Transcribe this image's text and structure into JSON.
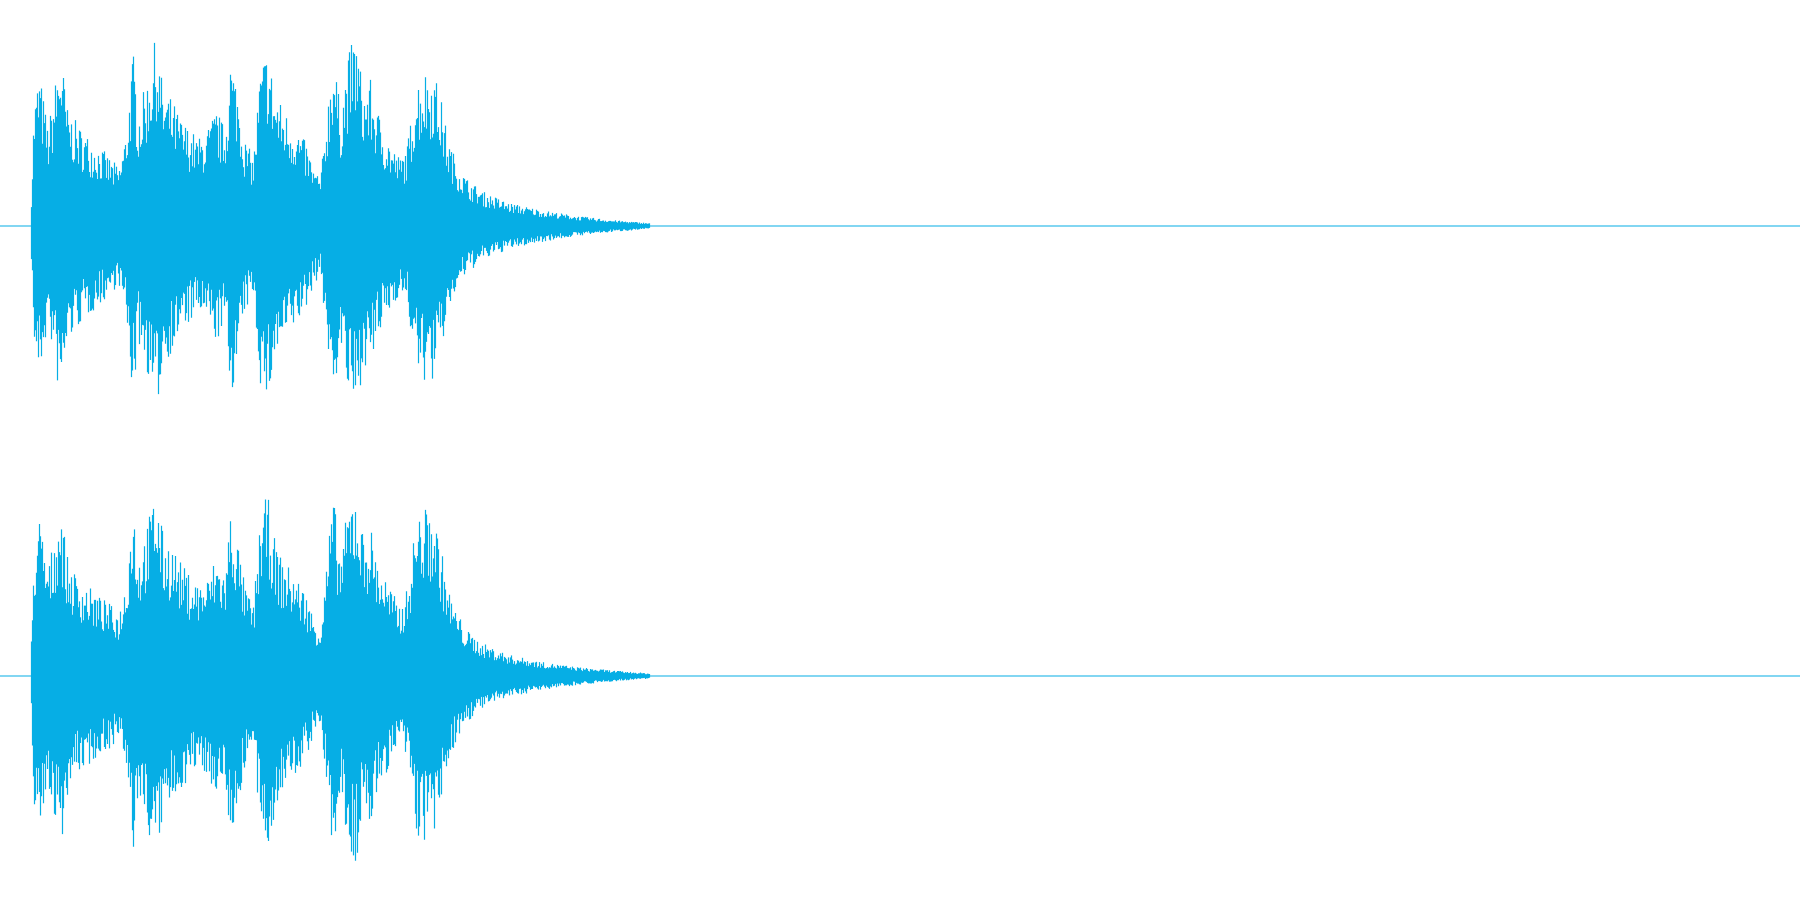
{
  "waveform": {
    "color": "#06aee5",
    "background": "#ffffff",
    "channels": [
      {
        "name": "",
        "envelope": [
          [
            0.0,
            0.0
          ],
          [
            0.002,
            0.62
          ],
          [
            0.005,
            0.8
          ],
          [
            0.01,
            0.5
          ],
          [
            0.017,
            0.92
          ],
          [
            0.021,
            0.6
          ],
          [
            0.027,
            0.52
          ],
          [
            0.034,
            0.45
          ],
          [
            0.04,
            0.4
          ],
          [
            0.045,
            0.35
          ],
          [
            0.05,
            0.3
          ],
          [
            0.054,
            0.48
          ],
          [
            0.058,
            0.9
          ],
          [
            0.061,
            0.6
          ],
          [
            0.066,
            0.75
          ],
          [
            0.071,
            0.98
          ],
          [
            0.075,
            0.7
          ],
          [
            0.08,
            0.65
          ],
          [
            0.085,
            0.55
          ],
          [
            0.09,
            0.5
          ],
          [
            0.095,
            0.45
          ],
          [
            0.1,
            0.5
          ],
          [
            0.105,
            0.6
          ],
          [
            0.11,
            0.5
          ],
          [
            0.113,
            0.88
          ],
          [
            0.117,
            0.72
          ],
          [
            0.121,
            0.45
          ],
          [
            0.126,
            0.35
          ],
          [
            0.13,
            0.82
          ],
          [
            0.134,
            0.92
          ],
          [
            0.138,
            0.7
          ],
          [
            0.142,
            0.62
          ],
          [
            0.147,
            0.55
          ],
          [
            0.151,
            0.5
          ],
          [
            0.156,
            0.42
          ],
          [
            0.16,
            0.3
          ],
          [
            0.164,
            0.25
          ],
          [
            0.167,
            0.55
          ],
          [
            0.171,
            0.92
          ],
          [
            0.175,
            0.6
          ],
          [
            0.18,
            0.9
          ],
          [
            0.184,
            0.99
          ],
          [
            0.188,
            0.7
          ],
          [
            0.192,
            0.75
          ],
          [
            0.196,
            0.6
          ],
          [
            0.2,
            0.5
          ],
          [
            0.205,
            0.4
          ],
          [
            0.209,
            0.35
          ],
          [
            0.213,
            0.42
          ],
          [
            0.218,
            0.75
          ],
          [
            0.223,
            0.8
          ],
          [
            0.228,
            0.8
          ],
          [
            0.232,
            0.65
          ],
          [
            0.236,
            0.45
          ],
          [
            0.24,
            0.35
          ],
          [
            0.246,
            0.25
          ],
          [
            0.255,
            0.18
          ],
          [
            0.27,
            0.12
          ],
          [
            0.29,
            0.08
          ],
          [
            0.31,
            0.05
          ],
          [
            0.33,
            0.03
          ],
          [
            0.35,
            0.015
          ],
          [
            0.37,
            0.008
          ],
          [
            0.385,
            0.003
          ],
          [
            0.39,
            0.0
          ],
          [
            1.0,
            0.0
          ]
        ]
      },
      {
        "name": "",
        "envelope": [
          [
            0.0,
            0.0
          ],
          [
            0.002,
            0.65
          ],
          [
            0.005,
            0.82
          ],
          [
            0.01,
            0.55
          ],
          [
            0.017,
            0.9
          ],
          [
            0.021,
            0.6
          ],
          [
            0.027,
            0.5
          ],
          [
            0.034,
            0.45
          ],
          [
            0.04,
            0.4
          ],
          [
            0.045,
            0.37
          ],
          [
            0.05,
            0.32
          ],
          [
            0.054,
            0.5
          ],
          [
            0.058,
            0.92
          ],
          [
            0.061,
            0.62
          ],
          [
            0.066,
            0.78
          ],
          [
            0.071,
            0.97
          ],
          [
            0.075,
            0.72
          ],
          [
            0.08,
            0.68
          ],
          [
            0.085,
            0.58
          ],
          [
            0.09,
            0.52
          ],
          [
            0.095,
            0.48
          ],
          [
            0.1,
            0.5
          ],
          [
            0.105,
            0.62
          ],
          [
            0.11,
            0.52
          ],
          [
            0.113,
            0.86
          ],
          [
            0.117,
            0.7
          ],
          [
            0.121,
            0.47
          ],
          [
            0.126,
            0.36
          ],
          [
            0.13,
            0.84
          ],
          [
            0.134,
            0.93
          ],
          [
            0.138,
            0.7
          ],
          [
            0.142,
            0.6
          ],
          [
            0.147,
            0.55
          ],
          [
            0.151,
            0.5
          ],
          [
            0.156,
            0.42
          ],
          [
            0.16,
            0.3
          ],
          [
            0.164,
            0.25
          ],
          [
            0.167,
            0.55
          ],
          [
            0.171,
            0.94
          ],
          [
            0.175,
            0.62
          ],
          [
            0.18,
            0.9
          ],
          [
            0.184,
            0.99
          ],
          [
            0.188,
            0.72
          ],
          [
            0.192,
            0.78
          ],
          [
            0.196,
            0.6
          ],
          [
            0.2,
            0.52
          ],
          [
            0.205,
            0.42
          ],
          [
            0.209,
            0.36
          ],
          [
            0.213,
            0.45
          ],
          [
            0.218,
            0.82
          ],
          [
            0.223,
            0.86
          ],
          [
            0.228,
            0.84
          ],
          [
            0.232,
            0.66
          ],
          [
            0.236,
            0.45
          ],
          [
            0.24,
            0.35
          ],
          [
            0.246,
            0.24
          ],
          [
            0.255,
            0.17
          ],
          [
            0.27,
            0.11
          ],
          [
            0.29,
            0.07
          ],
          [
            0.31,
            0.045
          ],
          [
            0.33,
            0.028
          ],
          [
            0.35,
            0.014
          ],
          [
            0.37,
            0.007
          ],
          [
            0.385,
            0.003
          ],
          [
            0.39,
            0.0
          ],
          [
            1.0,
            0.0
          ]
        ]
      }
    ]
  }
}
